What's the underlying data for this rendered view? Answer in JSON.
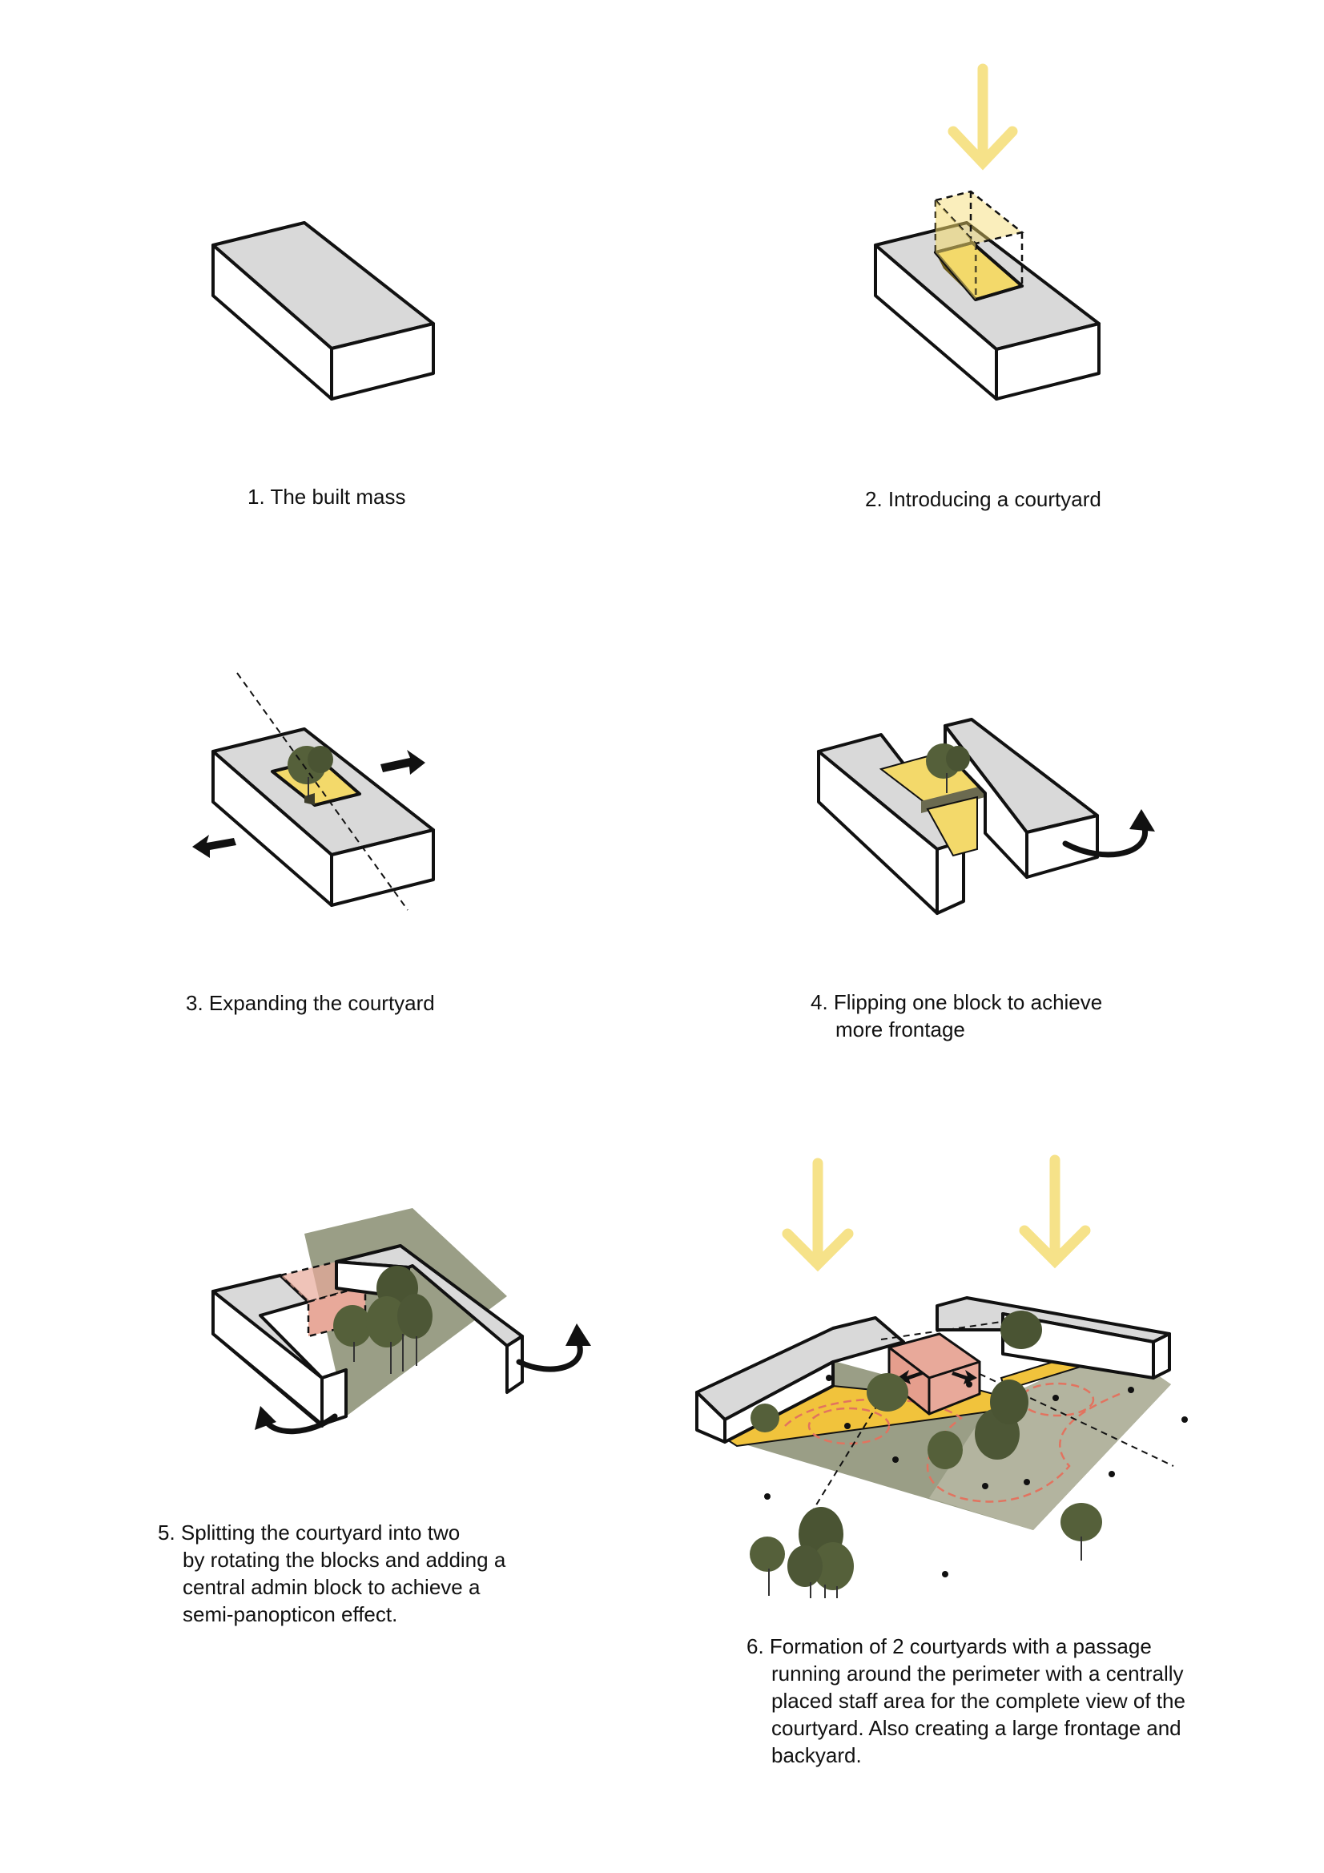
{
  "captions": {
    "step1": "1. The built mass",
    "step2": "2. Introducing a courtyard",
    "step3": "3. Expanding the courtyard",
    "step4": {
      "line1": "4. Flipping one block to achieve",
      "line2": "more frontage"
    },
    "step5": {
      "line1": "5. Splitting the courtyard into two",
      "line2": "by rotating the blocks and adding a",
      "line3": "central admin block to achieve a",
      "line4": "semi-panopticon effect."
    },
    "step6": {
      "line1": "6. Formation of 2 courtyards with a passage",
      "line2": "running around the perimeter with a centrally",
      "line3": "placed staff area for the complete view of the",
      "line4": "courtyard. Also creating a large frontage and",
      "line5": "backyard."
    }
  },
  "colors": {
    "mass_top": "#d9d9d9",
    "mass_side": "#ffffff",
    "outline": "#111111",
    "courtyard_yellow": "#f3d96a",
    "arrow_yellow": "#f6e289",
    "admin_pink": "#e8a99a",
    "ground_green": "#9a9e86",
    "tree_green": "#55603a",
    "path_red": "#e2735f",
    "passage_yellow": "#f1c33c"
  }
}
